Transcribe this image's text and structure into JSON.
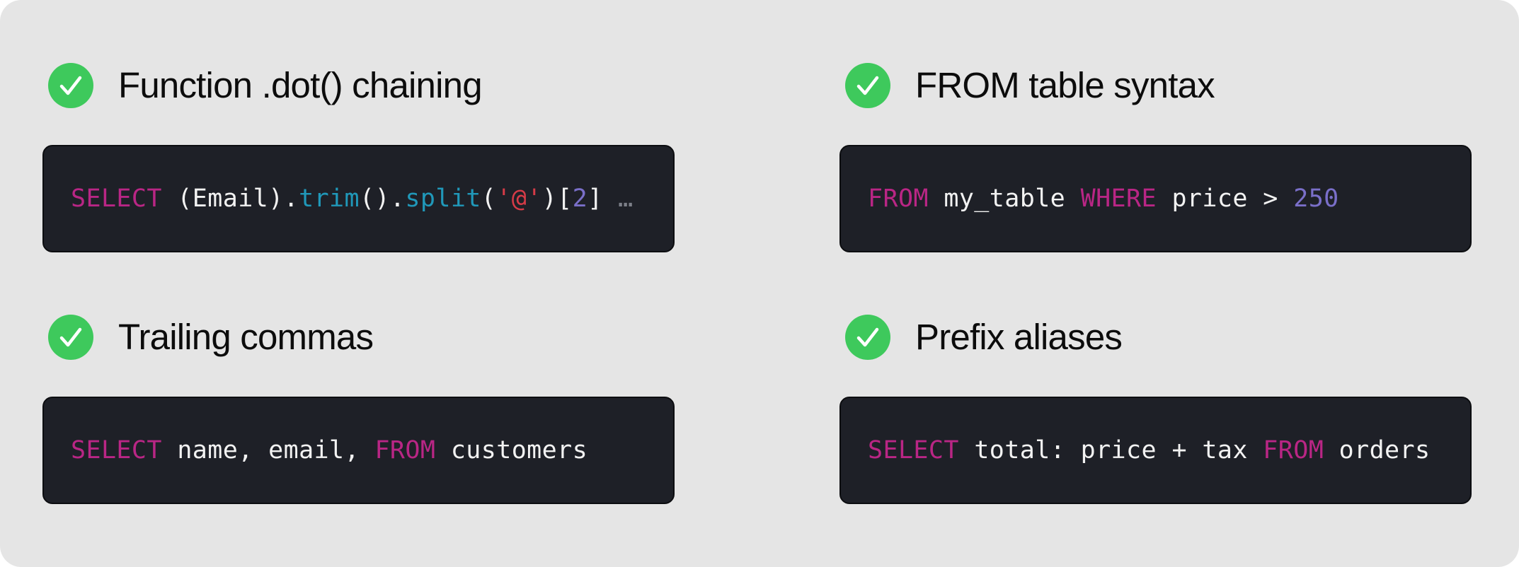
{
  "colors": {
    "panel_background": "#e5e5e5",
    "check_green": "#3ec95c",
    "code_background": "#1e2027",
    "keyword": "#b92685",
    "plain": "#f2f2f2",
    "function": "#2098b9",
    "string": "#d63b47",
    "number": "#7a6fc9"
  },
  "features": [
    {
      "title": "Function .dot() chaining",
      "icon": "check-circle-icon",
      "code": {
        "t0": "SELECT",
        "t1": " (Email).",
        "t2": "trim",
        "t3": "().",
        "t4": "split",
        "t5": "(",
        "t6": "'@'",
        "t7": ")[",
        "t8": "2",
        "t9": "]",
        "t10": " …"
      }
    },
    {
      "title": "FROM table syntax",
      "icon": "check-circle-icon",
      "code": {
        "t0": "FROM",
        "t1": " my_table ",
        "t2": "WHERE",
        "t3": " price > ",
        "t4": "250"
      }
    },
    {
      "title": "Trailing commas",
      "icon": "check-circle-icon",
      "code": {
        "t0": "SELECT",
        "t1": " name, email, ",
        "t2": "FROM",
        "t3": " customers"
      }
    },
    {
      "title": "Prefix aliases",
      "icon": "check-circle-icon",
      "code": {
        "t0": "SELECT",
        "t1": " total: price + tax ",
        "t2": "FROM",
        "t3": " orders"
      }
    }
  ]
}
